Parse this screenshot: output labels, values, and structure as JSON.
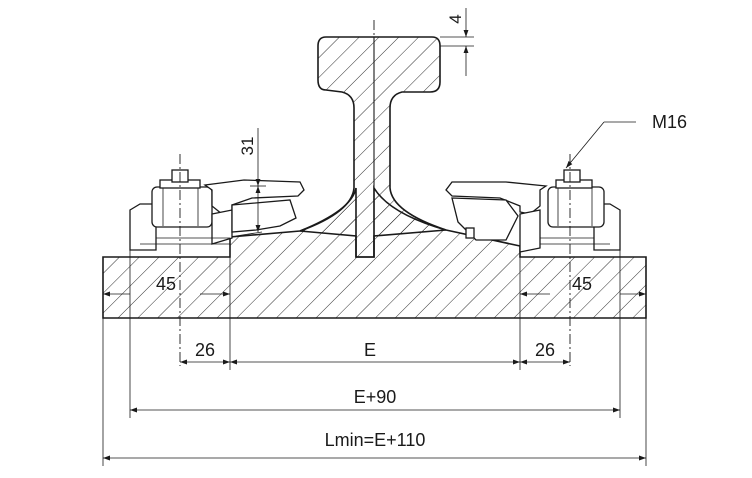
{
  "drawing": {
    "labels": {
      "flange_thickness": "4",
      "clip_height": "31",
      "bolt_size": "M16",
      "left_edge": "45",
      "right_edge": "45",
      "left_offset": "26",
      "right_offset": "26",
      "gauge": "E",
      "bolt_spacing": "E+90",
      "min_length": "Lmin=E+110"
    },
    "colors": {
      "line": "#1a1a1a",
      "background": "#ffffff"
    }
  }
}
